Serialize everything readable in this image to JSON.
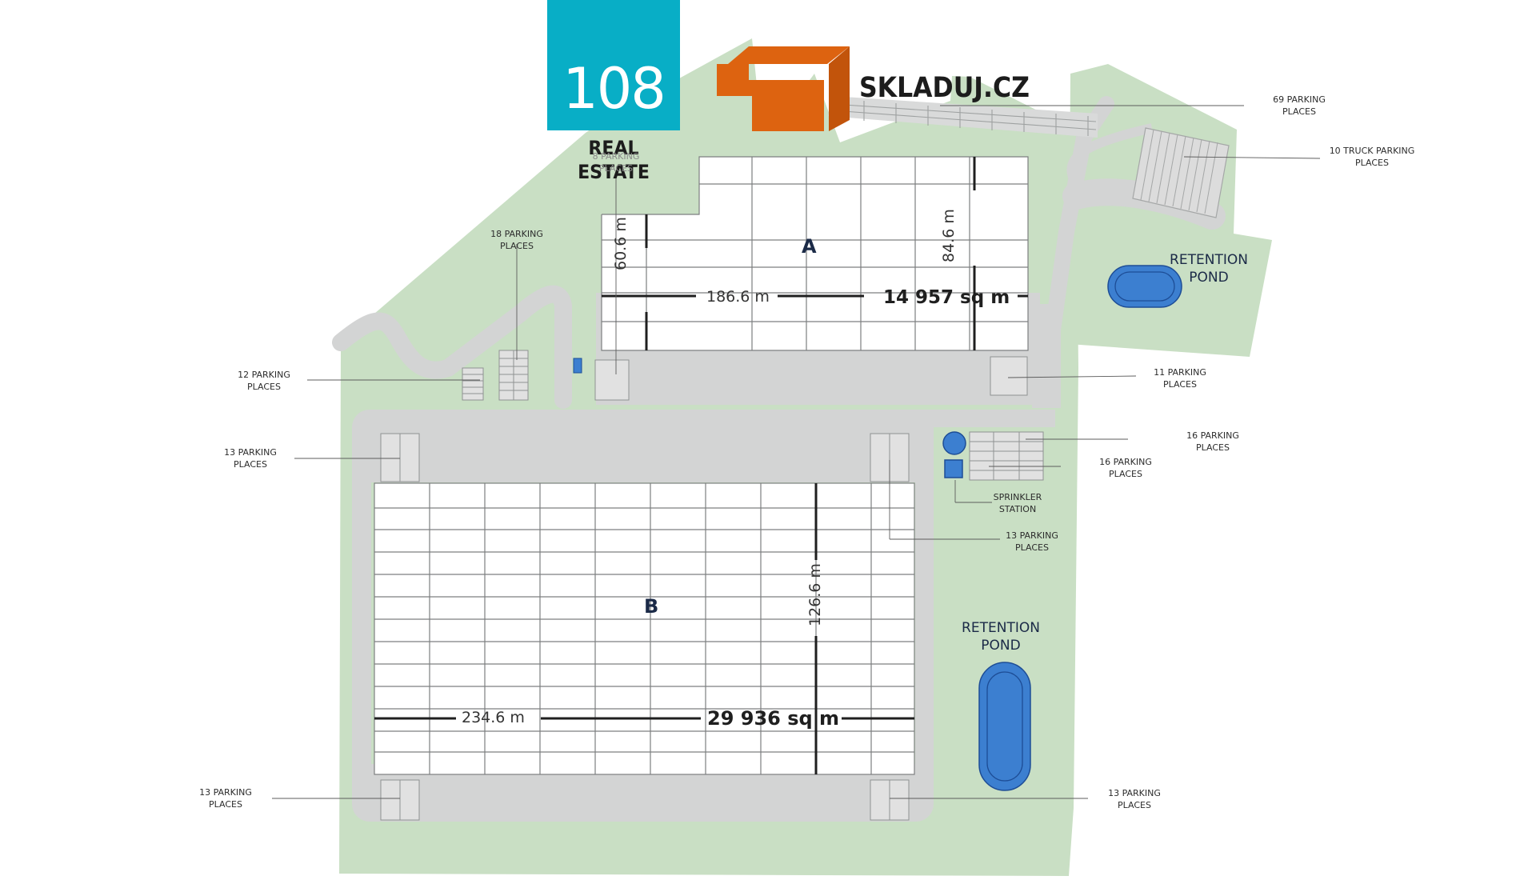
{
  "brand": {
    "logo_number": "108",
    "logo_subtitle": "REAL ESTATE",
    "partner_name": "SKLADUJ.CZ",
    "colors": {
      "teal": "#08aec6",
      "orange": "#dd6310",
      "green_area": "#c9dfc4",
      "road": "#d3d4d4",
      "pond": "#3c7fd0",
      "text_dark": "#1b2a47"
    }
  },
  "buildings": [
    {
      "id": "A",
      "label": "A",
      "area": "14 957 sq m",
      "length": "186.6 m",
      "depth_left": "60.6 m",
      "depth_right": "84.6 m"
    },
    {
      "id": "B",
      "label": "B",
      "area": "29 936 sq m",
      "length": "234.6 m",
      "depth": "126.6 m"
    }
  ],
  "facilities": {
    "pond_north": {
      "line1": "RETENTION",
      "line2": "POND"
    },
    "pond_south": {
      "line1": "RETENTION",
      "line2": "POND"
    },
    "sprinkler": {
      "line1": "SPRINKLER",
      "line2": "STATION"
    }
  },
  "parking_labels": [
    {
      "key": "p69",
      "line1": "69 PARKING",
      "line2": "PLACES"
    },
    {
      "key": "ptruck",
      "line1": "10 TRUCK PARKING",
      "line2": "PLACES"
    },
    {
      "key": "p8",
      "line1": "8 PARKING",
      "line2": "PLACES"
    },
    {
      "key": "p18",
      "line1": "18 PARKING",
      "line2": "PLACES"
    },
    {
      "key": "p12",
      "line1": "12 PARKING",
      "line2": "PLACES"
    },
    {
      "key": "p11",
      "line1": "11 PARKING",
      "line2": "PLACES"
    },
    {
      "key": "p13_nw",
      "line1": "13 PARKING",
      "line2": "PLACES"
    },
    {
      "key": "p16_a",
      "line1": "16 PARKING",
      "line2": "PLACES"
    },
    {
      "key": "p16_b",
      "line1": "16 PARKING",
      "line2": "PLACES"
    },
    {
      "key": "p13_ne",
      "line1": "13 PARKING",
      "line2": "PLACES"
    },
    {
      "key": "p13_sw",
      "line1": "13 PARKING",
      "line2": "PLACES"
    },
    {
      "key": "p13_se",
      "line1": "13 PARKING",
      "line2": "PLACES"
    }
  ]
}
